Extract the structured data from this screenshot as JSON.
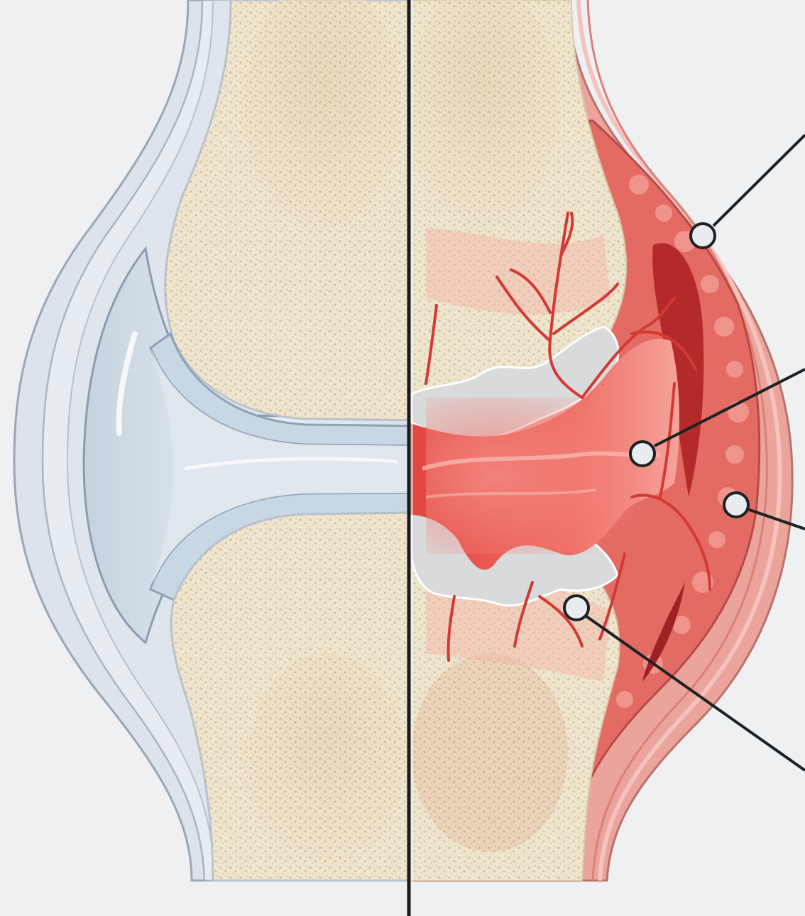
{
  "diagram": {
    "panels": [
      {
        "id": "healthy",
        "side": "left"
      },
      {
        "id": "arthritic",
        "side": "right"
      }
    ],
    "callouts": [
      {
        "id": "callout-1",
        "target": "inflamed-synovial-membrane"
      },
      {
        "id": "callout-2",
        "target": "inflamed-joint-space"
      },
      {
        "id": "callout-3",
        "target": "joint-capsule"
      },
      {
        "id": "callout-4",
        "target": "bone-erosion"
      }
    ],
    "colors": {
      "background": "#eef0f2",
      "bone": "#efe4cc",
      "bone_pores": "#bfa98a",
      "healthy_cartilage": "#c9d7e4",
      "synovial_fluid": "#dfe7ee",
      "inflamed_tissue": "#e8514d",
      "inflamed_capsule": "#e89a94",
      "divider_line": "#1a1a1a",
      "callout_line": "#1c2124",
      "callout_circle_fill": "#e9ecee"
    }
  }
}
